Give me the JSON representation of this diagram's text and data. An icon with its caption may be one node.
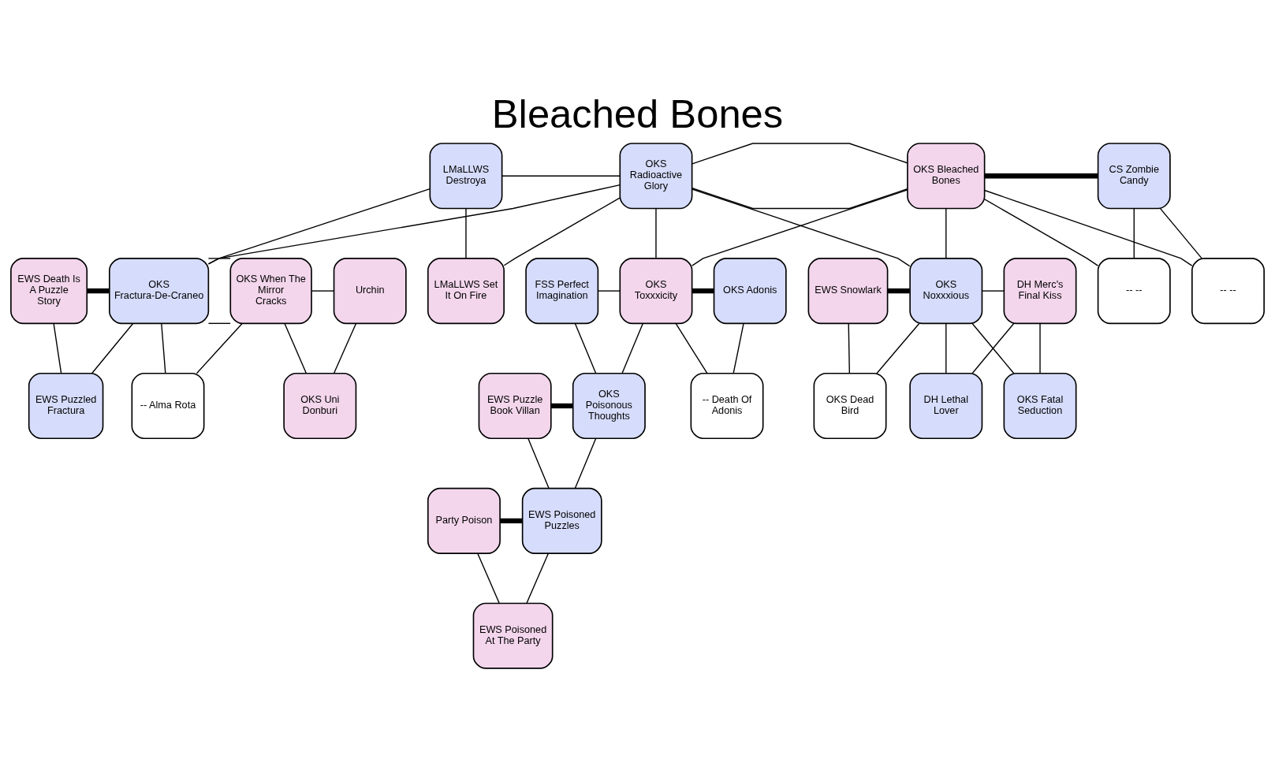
{
  "diagram": {
    "title": "Bleached Bones",
    "nodes": [
      {
        "text": [
          "LMaLLWS Destroya"
        ]
      },
      {
        "text": [
          "OKS Radioactive Glory"
        ]
      },
      {
        "text": [
          "OKS Bleached Bones"
        ]
      },
      {
        "text": [
          "CS Zombie Candy"
        ]
      },
      {
        "text": [
          "EWS Death Is A Puzzle Story"
        ]
      },
      {
        "text": [
          "OKS Fractura-De-Craneo"
        ]
      },
      {
        "text": [
          "OKS When The Mirror Cracks"
        ]
      },
      {
        "text": [
          "Urchin"
        ]
      },
      {
        "text": [
          "LMaLLWS Set It On Fire"
        ]
      },
      {
        "text": [
          "FSS Perfect Imagination"
        ]
      },
      {
        "text": [
          "OKS Toxxxicity"
        ]
      },
      {
        "text": [
          "OKS Adonis"
        ]
      },
      {
        "text": [
          "EWS Snowlark"
        ]
      },
      {
        "text": [
          "OKS Noxxxious"
        ]
      },
      {
        "text": [
          "DH Merc's Final Kiss"
        ]
      },
      {
        "text": [
          "-- --"
        ]
      },
      {
        "text": [
          "-- --"
        ]
      },
      {
        "text": [
          "EWS Puzzled Fractura"
        ]
      },
      {
        "text": [
          "-- Alma Rota"
        ]
      },
      {
        "text": [
          "OKS Uni Donburi"
        ]
      },
      {
        "text": [
          "EWS Puzzle Book Villan"
        ]
      },
      {
        "text": [
          "OKS Poisonous Thoughts"
        ]
      },
      {
        "text": [
          "-- Death Of Adonis"
        ]
      },
      {
        "text": [
          "OKS Dead Bird"
        ]
      },
      {
        "text": [
          "OKS Fatal Seduction"
        ]
      },
      {
        "text": [
          "DH Lethal Lover"
        ]
      },
      {
        "text": [
          "Party Poison"
        ]
      },
      {
        "text": [
          "EWS Poisoned Puzzles"
        ]
      },
      {
        "text": [
          "EWS Poisoned At The Party"
        ]
      }
    ],
    "edges": [
      {
        "from": 0,
        "to": 1,
        "arrow": "none"
      },
      {
        "from": 1,
        "to": 2,
        "arrow": "none"
      },
      {
        "from": 1,
        "to": 2,
        "arrow": "none"
      },
      {
        "from": 2,
        "to": 3,
        "arrow": "none",
        "style": "thick"
      },
      {
        "from": 0,
        "to": 5,
        "arrow": "none"
      },
      {
        "from": 1,
        "to": 5,
        "arrow": "none"
      },
      {
        "from": 0,
        "to": 8,
        "arrow": "none"
      },
      {
        "from": 1,
        "to": 8,
        "arrow": "none"
      },
      {
        "from": 1,
        "to": 10,
        "arrow": "none"
      },
      {
        "from": 2,
        "to": 10,
        "arrow": "none"
      },
      {
        "from": 1,
        "to": 13,
        "arrow": "none"
      },
      {
        "from": 2,
        "to": 13,
        "arrow": "none"
      },
      {
        "from": 2,
        "to": 15,
        "arrow": "none"
      },
      {
        "from": 3,
        "to": 15,
        "arrow": "none"
      },
      {
        "from": 2,
        "to": 16,
        "arrow": "none"
      },
      {
        "from": 3,
        "to": 16,
        "arrow": "none"
      },
      {
        "from": 4,
        "to": 5,
        "arrow": "none",
        "style": "thick"
      },
      {
        "from": 5,
        "to": 6,
        "arrow": "none"
      },
      {
        "from": 5,
        "to": 6,
        "arrow": "none"
      },
      {
        "from": 6,
        "to": 7,
        "arrow": "none"
      },
      {
        "from": 9,
        "to": 10,
        "arrow": "none"
      },
      {
        "from": 10,
        "to": 11,
        "arrow": "none",
        "style": "thick"
      },
      {
        "from": 12,
        "to": 13,
        "arrow": "none",
        "style": "thick"
      },
      {
        "from": 13,
        "to": 14,
        "arrow": "none"
      },
      {
        "from": 4,
        "to": 17,
        "arrow": "none"
      },
      {
        "from": 5,
        "to": 17,
        "arrow": "none"
      },
      {
        "from": 5,
        "to": 18,
        "arrow": "none"
      },
      {
        "from": 6,
        "to": 18,
        "arrow": "none"
      },
      {
        "from": 6,
        "to": 19,
        "arrow": "none"
      },
      {
        "from": 7,
        "to": 19,
        "arrow": "none"
      },
      {
        "from": 9,
        "to": 21,
        "arrow": "none"
      },
      {
        "from": 10,
        "to": 21,
        "arrow": "none"
      },
      {
        "from": 10,
        "to": 22,
        "arrow": "none"
      },
      {
        "from": 11,
        "to": 22,
        "arrow": "none"
      },
      {
        "from": 12,
        "to": 23,
        "arrow": "none"
      },
      {
        "from": 13,
        "to": 23,
        "arrow": "none"
      },
      {
        "from": 13,
        "to": 24,
        "arrow": "none"
      },
      {
        "from": 14,
        "to": 24,
        "arrow": "none"
      },
      {
        "from": 13,
        "to": 25,
        "arrow": "none"
      },
      {
        "from": 14,
        "to": 25,
        "arrow": "none"
      },
      {
        "from": 20,
        "to": 21,
        "arrow": "none",
        "style": "thick"
      },
      {
        "from": 20,
        "to": 27,
        "arrow": "none"
      },
      {
        "from": 21,
        "to": 27,
        "arrow": "none"
      },
      {
        "from": 26,
        "to": 27,
        "arrow": "none",
        "style": "thick"
      },
      {
        "from": 26,
        "to": 28,
        "arrow": "none"
      },
      {
        "from": 27,
        "to": 28,
        "arrow": "none"
      }
    ]
  }
}
